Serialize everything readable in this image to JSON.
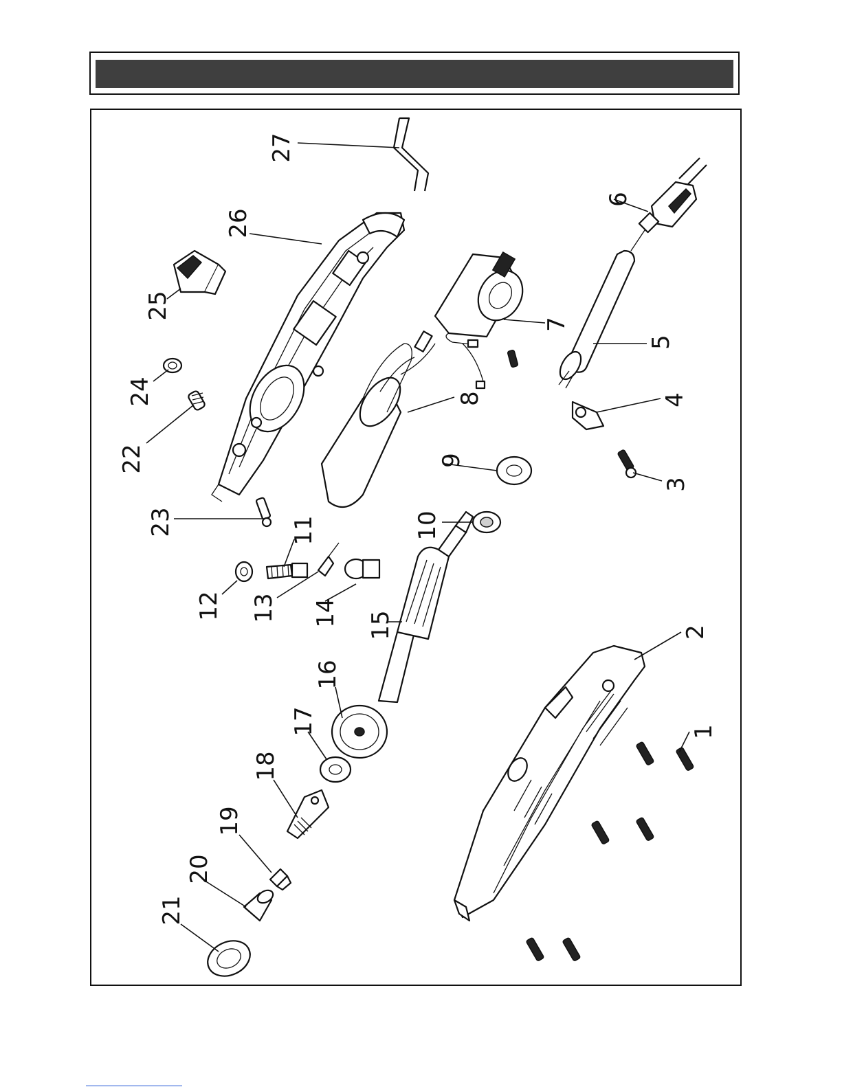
{
  "header": {
    "title": ""
  },
  "diagram": {
    "part_numbers": [
      "1",
      "2",
      "3",
      "4",
      "5",
      "6",
      "7",
      "8",
      "9",
      "10",
      "11",
      "12",
      "13",
      "14",
      "15",
      "16",
      "17",
      "18",
      "19",
      "20",
      "21",
      "22",
      "23",
      "24",
      "25",
      "26",
      "27"
    ]
  }
}
